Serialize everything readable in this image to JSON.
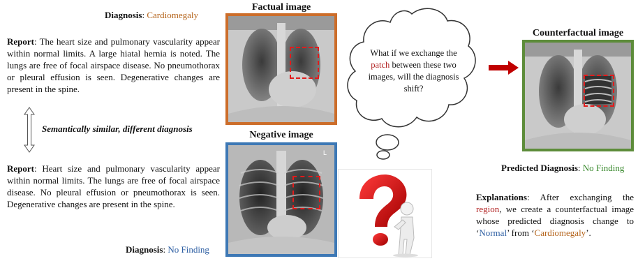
{
  "top_diagnosis": {
    "label": "Diagnosis",
    "value": "Cardiomegaly"
  },
  "report_top": {
    "label": "Report",
    "text": ": The heart size and pulmonary vascularity appear within normal limits. A large hiatal hernia is noted. The lungs are free of focal airspace disease. No pneumothorax or pleural effusion is seen. Degenerative changes are present in the spine."
  },
  "similarity_note": "Semantically similar, different diagnosis",
  "report_bottom": {
    "label": "Report",
    "text": ": Heart size and pulmonary vascularity appear within normal limits. The lungs are free of focal airspace disease. No pleural effusion or pneumothorax is seen. Degenerative changes are present in the spine."
  },
  "bottom_diagnosis": {
    "label": "Diagnosis",
    "value": "No Finding"
  },
  "factual_title": "Factual image",
  "negative_title": "Negative image",
  "counterfactual_title": "Counterfactual image",
  "negative_marker": "L",
  "thought": {
    "pre": "What if we exchange the ",
    "highlight": "patch",
    "post": " between these two images, will the diagnosis shift?"
  },
  "predicted": {
    "label": "Predicted Diagnosis",
    "value": "No Finding"
  },
  "explanation": {
    "label": "Explanations",
    "p1": ": After exchanging the ",
    "region": "region",
    "p2": ", we create a counterfactual image whose predicted diagnosis change to ‘",
    "normal": "Normal",
    "p3": "’ from ‘",
    "cardiomegaly": "Cardiomegaly",
    "p4": "’."
  },
  "colors": {
    "factual_border": "#cc6d2a",
    "negative_border": "#3d78b5",
    "counterfactual_border": "#5d8c3a",
    "patch": "#e21b1b",
    "arrow": "#c00000",
    "question_mark": "#d01010"
  },
  "icons": [
    "double-arrow-icon",
    "thought-cloud-icon",
    "right-arrow-icon",
    "question-figure-icon"
  ]
}
